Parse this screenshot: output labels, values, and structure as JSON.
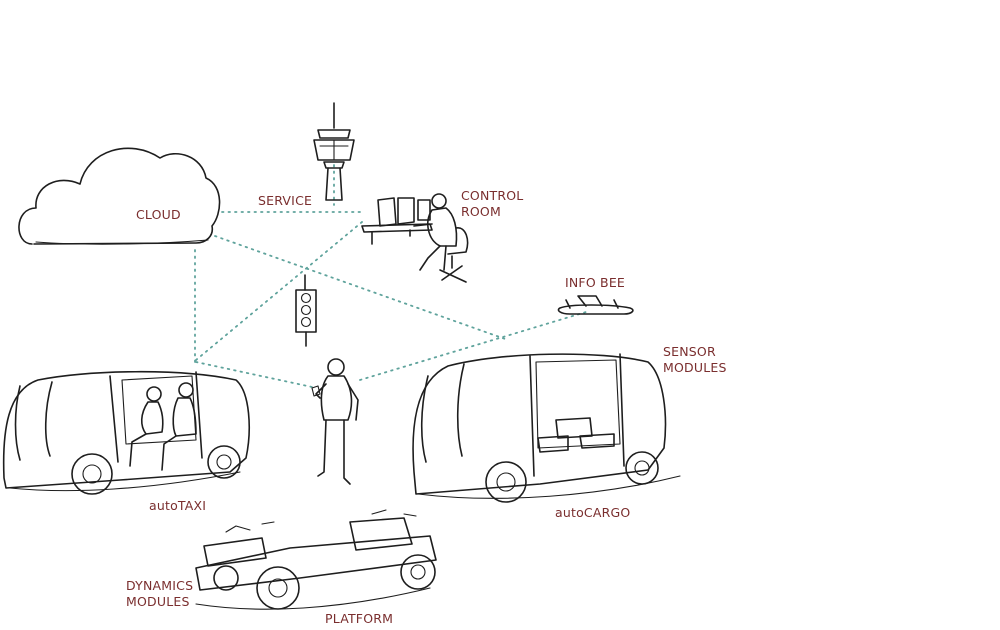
{
  "colors": {
    "label": "#7a2e2e",
    "sketch": "#1e1e1e",
    "link": "#5fa39c"
  },
  "labels": {
    "cloud": "CLOUD",
    "service": "SERVICE",
    "control_room_line1": "CONTROL",
    "control_room_line2": "ROOM",
    "info_bee": "INFO BEE",
    "sensor_modules_line1": "SENSOR",
    "sensor_modules_line2": "MODULES",
    "autotaxi": "autoTAXI",
    "autocargo": "autoCARGO",
    "dynamics_modules_line1": "DYNAMICS",
    "dynamics_modules_line2": "MODULES",
    "platform": "PLATFORM"
  },
  "icons": [
    "cloud-icon",
    "control-tower-icon",
    "operator-workstation-icon",
    "traffic-light-icon",
    "drone-icon",
    "pedestrian-icon",
    "autotaxi-vehicle-icon",
    "autocargo-vehicle-icon",
    "platform-chassis-icon"
  ]
}
